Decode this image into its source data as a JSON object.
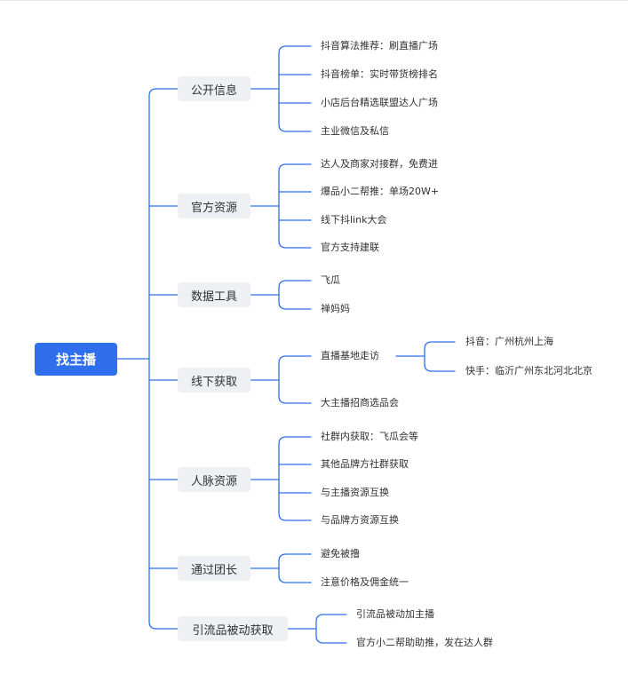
{
  "root": {
    "label": "找主播"
  },
  "branches": [
    {
      "label": "公开信息",
      "items": [
        "抖音算法推荐：刷直播广场",
        "抖音榜单：实时带货榜排名",
        "小店后台精选联盟达人广场",
        "主业微信及私信"
      ]
    },
    {
      "label": "官方资源",
      "items": [
        "达人及商家对接群，免费进",
        "爆品小二帮推：单场20W+",
        "线下抖link大会",
        "官方支持建联"
      ]
    },
    {
      "label": "数据工具",
      "items": [
        "飞瓜",
        "禅妈妈"
      ]
    },
    {
      "label": "线下获取",
      "items": [
        "直播基地走访",
        "大主播招商选品会"
      ],
      "sub_items": [
        "抖音：广州杭州上海",
        "快手：临沂广州东北河北北京"
      ]
    },
    {
      "label": "人脉资源",
      "items": [
        "社群内获取：飞瓜会等",
        "其他品牌方社群获取",
        "与主播资源互换",
        "与品牌方资源互换"
      ]
    },
    {
      "label": "通过团长",
      "items": [
        "避免被撸",
        "注意价格及佣金统一"
      ]
    },
    {
      "label": "引流品被动获取",
      "items": [
        "引流品被动加主播",
        "官方小二帮助助推，发在达人群"
      ]
    }
  ],
  "colors": {
    "connector": "#2f6fed",
    "root_fill": "#2f6fed",
    "branch_fill": "#eef0f3",
    "text": "#303133"
  }
}
